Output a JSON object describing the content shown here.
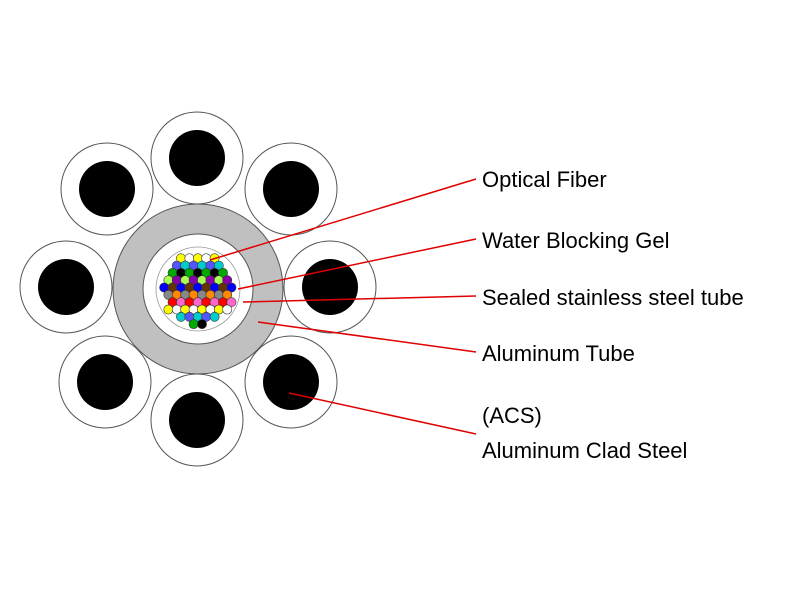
{
  "labels": {
    "optical_fiber": "Optical Fiber",
    "water_blocking_gel": "Water Blocking Gel",
    "sealed_tube": "Sealed stainless steel tube",
    "aluminum_tube": "Aluminum Tube",
    "acs_abbrev": "(ACS)",
    "acs_full": "Aluminum Clad Steel"
  },
  "colors": {
    "leader_line": "#e00000",
    "aluminum_tube": "#c0c0c0",
    "steel_core": "#000000",
    "outline": "#555555",
    "fiber_palette": [
      "#ff0000",
      "#0000ff",
      "#00aa00",
      "#ffff00",
      "#ff8800",
      "#8800aa",
      "#00cccc",
      "#ff66cc",
      "#663300",
      "#000000",
      "#ffffff",
      "#888888",
      "#aaff55",
      "#5555ff"
    ]
  }
}
